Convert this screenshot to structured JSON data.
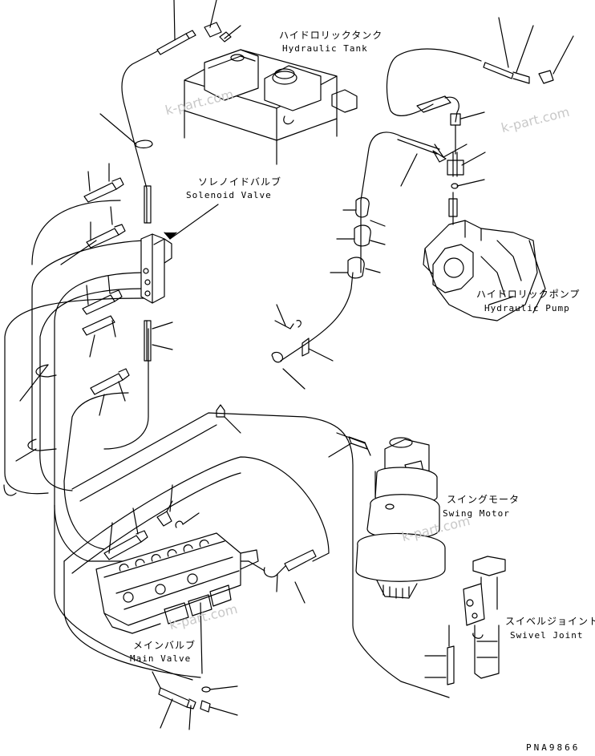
{
  "labels": {
    "hydraulic_tank": {
      "jp": "ハイドロリックタンク",
      "en": "Hydraulic Tank"
    },
    "solenoid_valve": {
      "jp": "ソレノイドバルブ",
      "en": "Solenoid Valve"
    },
    "hydraulic_pump": {
      "jp": "ハイドロリックポンプ",
      "en": "Hydraulic Pump"
    },
    "swing_motor": {
      "jp": "スイングモータ",
      "en": "Swing Motor"
    },
    "swivel_joint": {
      "jp": "スイベルジョイント",
      "en": "Swivel Joint"
    },
    "main_valve": {
      "jp": "メインバルブ",
      "en": "Main Valve"
    }
  },
  "watermark": "k-part.com",
  "drawing_code": "PNA9866"
}
